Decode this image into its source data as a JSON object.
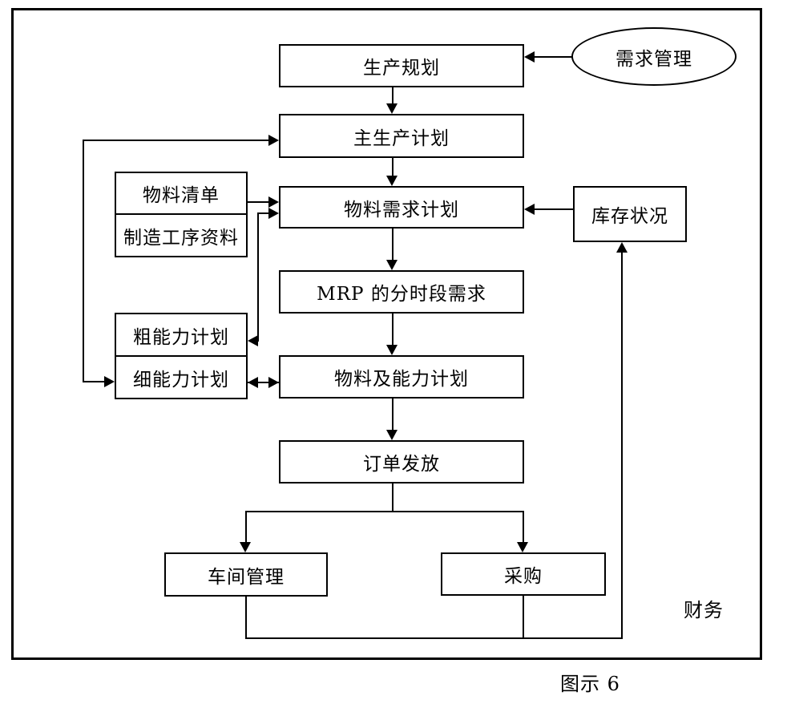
{
  "diagram": {
    "nodes": {
      "demand_management": "需求管理",
      "production_planning": "生产规划",
      "master_production_schedule": "主生产计划",
      "bill_of_materials": "物料清单",
      "manufacturing_routing_data": "制造工序资料",
      "material_requirements_planning": "物料需求计划",
      "inventory_status": "库存状况",
      "mrp_time_phased_demand": "MRP 的分时段需求",
      "rough_cut_capacity_plan": "粗能力计划",
      "detailed_capacity_plan": "细能力计划",
      "material_and_capacity_plan": "物料及能力计划",
      "order_release": "订单发放",
      "shop_floor_management": "车间管理",
      "purchasing": "采购",
      "finance": "财务"
    },
    "caption": "图示 6",
    "colors": {
      "line": "#000000",
      "background": "#ffffff"
    }
  }
}
